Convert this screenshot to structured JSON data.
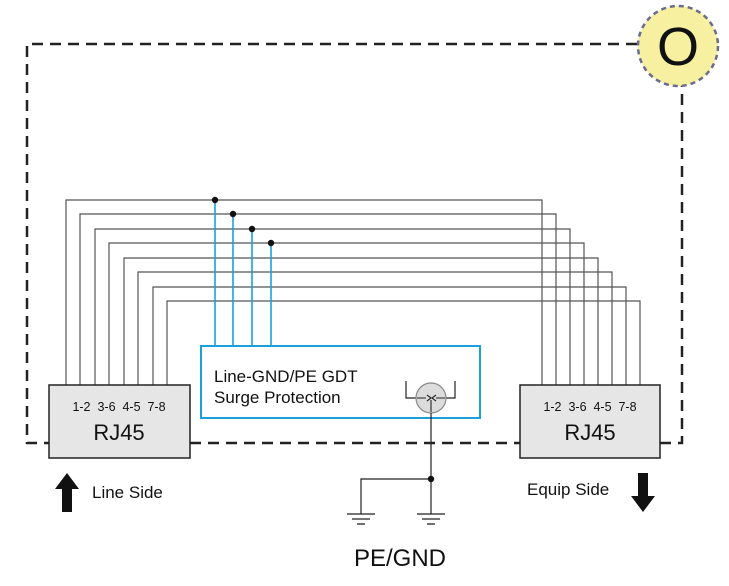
{
  "badge": {
    "text": "O",
    "fill": "#f7f0a0",
    "stroke": "#6b6b8c"
  },
  "line_side": {
    "connector": "RJ45",
    "pins": "1-2  3-6  4-5  7-8",
    "label": "Line Side",
    "arrow_icon": "arrow-up-icon"
  },
  "equip_side": {
    "connector": "RJ45",
    "pins": "1-2  3-6  4-5  7-8",
    "label": "Equip Side",
    "arrow_icon": "arrow-down-icon"
  },
  "protection": {
    "line1": "Line-GND/PE GDT",
    "line2": "Surge Protection",
    "border_color": "#1aa0d8",
    "tap_color": "#1aa0d8",
    "gdt_icon": "gas-discharge-tube-icon"
  },
  "ground": {
    "label": "PE/GND",
    "icon": "ground-symbol-icon"
  },
  "colors": {
    "wire": "#555555",
    "connector_fill": "#e6e6e6",
    "enclosure": "#222222"
  }
}
